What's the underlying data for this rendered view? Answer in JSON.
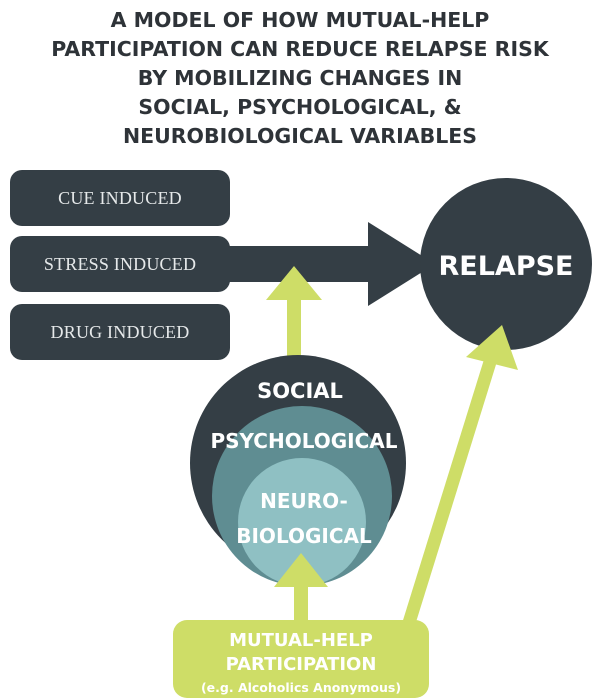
{
  "title": {
    "lines": [
      "A MODEL OF HOW MUTUAL-HELP",
      "PARTICIPATION CAN REDUCE RELAPSE RISK",
      "BY MOBILIZING CHANGES IN",
      "SOCIAL, PSYCHOLOGICAL, &",
      "NEUROBIOLOGICAL VARIABLES"
    ]
  },
  "triggers": [
    "CUE INDUCED",
    "STRESS INDUCED",
    "DRUG INDUCED"
  ],
  "outcome": "RELAPSE",
  "layers": {
    "social": "SOCIAL",
    "psychological": "PSYCHOLOGICAL",
    "neuro_line1": "NEURO-",
    "neuro_line2": "BIOLOGICAL"
  },
  "intervention": {
    "line1": "MUTUAL-HELP",
    "line2": "PARTICIPATION",
    "note": "(e.g. Alcoholics Anonymous)"
  },
  "colors": {
    "dark": "#343e45",
    "teal_mid": "#5f8d92",
    "teal_light": "#8fc0c3",
    "lime": "#cedd67",
    "title_text": "#2e3338"
  }
}
